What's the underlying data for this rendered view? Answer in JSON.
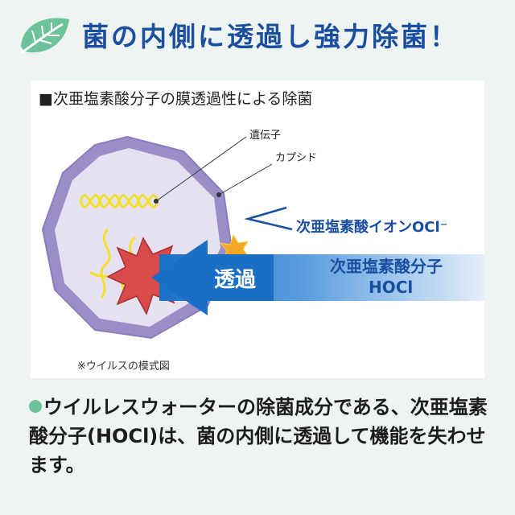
{
  "header": {
    "title": "菌の内側に透過し強力除菌！"
  },
  "panel": {
    "heading": "■次亜塩素酸分子の膜透過性による除菌",
    "labels": {
      "gene": "遺伝子",
      "capsid": "カプシド",
      "ion": "次亜塩素酸イオンOCl⁻",
      "penetration": "透過",
      "molecule_line1": "次亜塩素酸分子",
      "molecule_line2": "HOCl"
    },
    "caption": "※ウイルスの模式図"
  },
  "description": {
    "text": "ウイルレスウォーターの除菌成分である、次亜塩素酸分子(HOCl)は、菌の内側に透過して機能を失わせます。"
  },
  "colors": {
    "title": "#1a4fa0",
    "leaf": "#6cc29a",
    "capsid_outer": "#9b8ec8",
    "capsid_inner": "#e6e1f2",
    "arrow": "#1a6fc4",
    "gene": "#f2e02a",
    "damage": "#d94a4a"
  },
  "icons": [
    "leaf-icon",
    "burst-icon",
    "spark-icon"
  ]
}
